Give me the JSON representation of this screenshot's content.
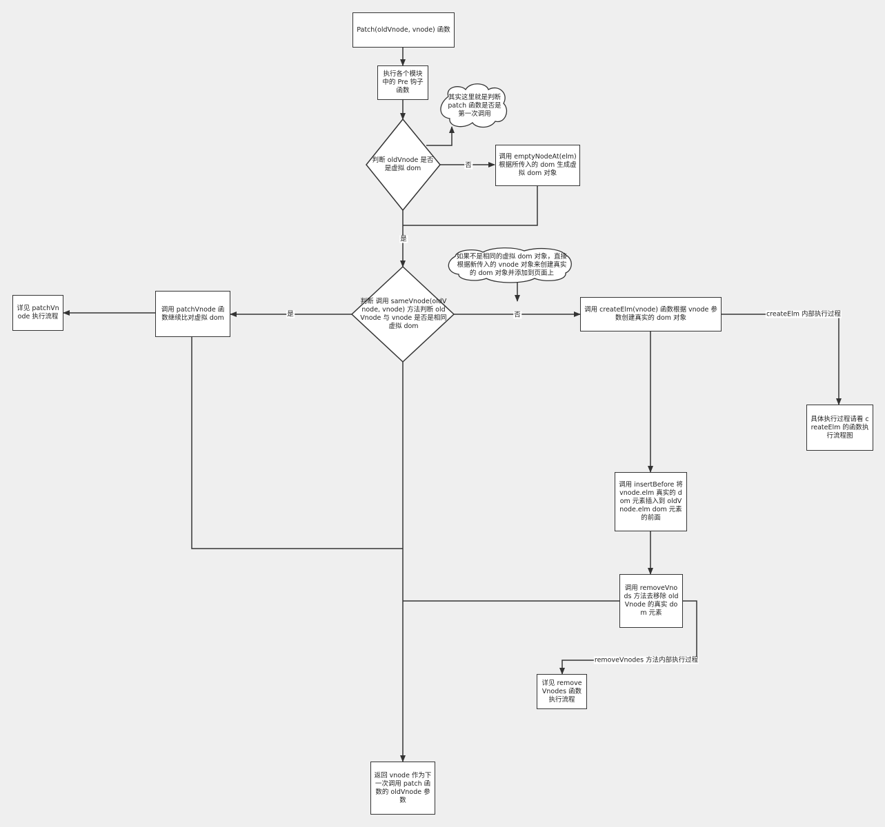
{
  "nodes": {
    "start": "Patch(oldVnode, vnode) 函数",
    "pre_hooks": "执行各个模块中的 Pre 钩子函数",
    "cloud_first_call": "其实这里就是判断 patch 函数是否是第一次调用",
    "decision_is_vnode": "判断 oldVnode 是否是虚拟 dom",
    "empty_node_at": "调用 emptyNodeAt(elm) 根据所传入的 dom 生成虚拟 dom 对象",
    "decision_same_vnode": "判断 调用 sameVnode(oldVnode, vnode) 方法判断 oldVnode 与 vnode 是否是相同虚拟 dom",
    "cloud_not_same": "如果不是相同的虚拟 dom 对象，直接根据新传入的 vnode 对象来创建真实的 dom 对象并添加到页面上",
    "patch_vnode": "调用 patchVnode 函数继续比对虚拟 dom",
    "see_patch_vnode": "详见 patchVnode 执行流程",
    "create_elm": "调用 createElm(vnode) 函数根据 vnode 参数创建真实的 dom 对象",
    "see_create_elm": "具体执行过程请看 createElm 的函数执行流程图",
    "insert_before": "调用 insertBefore 将 vnode.elm 真实的 dom 元素插入到 oldVnode.elm dom 元素的前面",
    "remove_vnodes": "调用 removeVnods 方法去移除 oldVnode 的真实 dom 元素",
    "see_remove_vnodes": "详见 removeVnodes 函数执行流程",
    "return_vnode": "返回 vnode 作为下一次调用 patch 函数的 oldVnode 参数"
  },
  "edge_labels": {
    "no_1": "否",
    "yes_1": "是",
    "no_2": "否",
    "yes_2": "是",
    "create_elm_internal": "createElm 内部执行过程",
    "remove_vnodes_internal": "removeVnodes 方法内部执行过程"
  }
}
